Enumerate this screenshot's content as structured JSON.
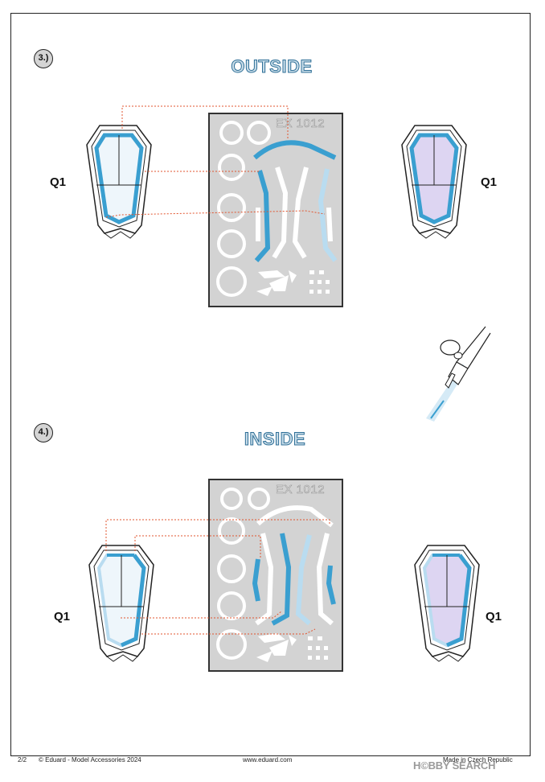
{
  "steps": [
    {
      "number": "3.)",
      "heading": "OUTSIDE",
      "sheet_code": "EX 1012",
      "left_label": "Q1",
      "right_label": "Q1"
    },
    {
      "number": "4.)",
      "heading": "INSIDE",
      "sheet_code": "EX 1012",
      "left_label": "Q1",
      "right_label": "Q1"
    }
  ],
  "footer": {
    "page": "2/2",
    "copyright": "© Eduard - Model Accessories 2024",
    "website": "www.eduard.com",
    "origin": "Made in Czech Republic"
  },
  "watermark": "H©BBY SEARCH",
  "colors": {
    "mask_blue": "#3a9fd0",
    "mask_light_blue": "#b9dcf0",
    "glass_tint": "#ddd5f2",
    "leader_line": "#e2552f",
    "sheet_gray": "#d3d3d3",
    "heading_fill": "#c8dde9",
    "heading_outline": "#2f6f97"
  },
  "icons": [
    "airbrush-icon"
  ]
}
